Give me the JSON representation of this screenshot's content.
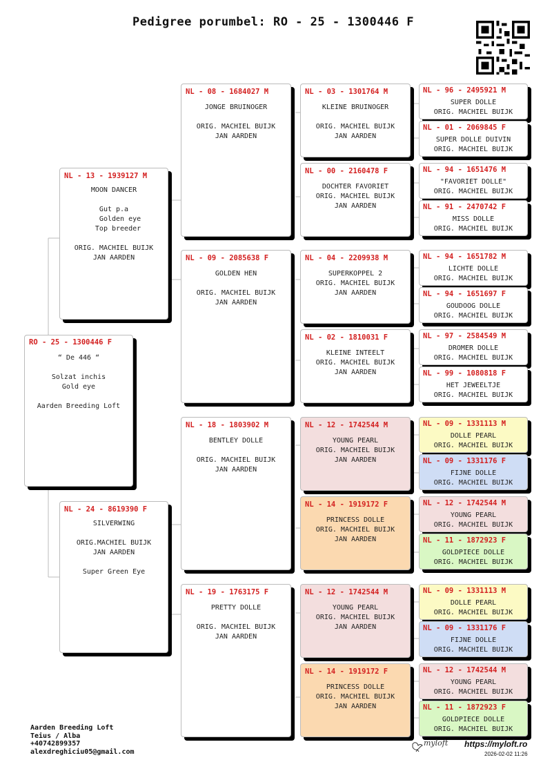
{
  "title": "Pedigree porumbel: RO - 25 - 1300446 F",
  "colors": {
    "ring": "#d32020",
    "pink": "#f3dede",
    "orange": "#fbd9b0",
    "yellow": "#fcfac4",
    "blue": "#cfddf5",
    "green": "#d9f7c4"
  },
  "pigeons": [
    {
      "ring": "RO - 25 - 1300446 F",
      "lines": "“ De 446 “\n\nSolzat inchis\nGold eye\n\nAarden Breeding Loft"
    },
    {
      "ring": "NL - 13 - 1939127 M",
      "lines": "MOON DANCER\n\nGut p.a\n   Golden eye\n  Top breeder\n\nORIG. MACHIEL BUIJK\nJAN AARDEN"
    },
    {
      "ring": "NL - 24 - 8619390 F",
      "lines": "SILVERWING\n\nORIG.MACHIEL BUIJK\nJAN AARDEN\n\nSuper Green Eye"
    },
    {
      "ring": "NL - 08 - 1684027 M",
      "lines": "JONGE BRUINOGER\n\nORIG. MACHIEL BUIJK\nJAN AARDEN"
    },
    {
      "ring": "NL - 09 - 2085638 F",
      "lines": "GOLDEN HEN\n\nORIG. MACHIEL BUIJK\nJAN AARDEN"
    },
    {
      "ring": "NL - 18 - 1803902 M",
      "lines": "BENTLEY DOLLE\n\nORIG. MACHIEL BUIJK\nJAN AARDEN"
    },
    {
      "ring": "NL - 19 - 1763175 F",
      "lines": "PRETTY DOLLE\n\nORIG. MACHIEL BUIJK\nJAN AARDEN"
    },
    {
      "ring": "NL - 03 - 1301764 M",
      "lines": "KLEINE BRUINOGER\n\nORIG. MACHIEL BUIJK\nJAN AARDEN"
    },
    {
      "ring": "NL - 00 - 2160478 F",
      "lines": "DOCHTER FAVORIET\nORIG. MACHIEL BUIJK\nJAN AARDEN"
    },
    {
      "ring": "NL - 04 - 2209938 M",
      "lines": "SUPERKOPPEL 2\nORIG. MACHIEL BUIJK\nJAN AARDEN"
    },
    {
      "ring": "NL - 02 - 1810031 F",
      "lines": "KLEINE INTEELT\nORIG. MACHIEL BUIJK\nJAN AARDEN"
    },
    {
      "ring": "NL - 12 - 1742544 M",
      "lines": "YOUNG PEARL\nORIG. MACHIEL BUIJK\nJAN AARDEN"
    },
    {
      "ring": "NL - 14 - 1919172 F",
      "lines": "PRINCESS DOLLE\nORIG. MACHIEL BUIJK\nJAN AARDEN"
    },
    {
      "ring": "NL - 12 - 1742544 M",
      "lines": "YOUNG PEARL\nORIG. MACHIEL BUIJK\nJAN AARDEN"
    },
    {
      "ring": "NL - 14 - 1919172 F",
      "lines": "PRINCESS DOLLE\nORIG. MACHIEL BUIJK\nJAN AARDEN"
    },
    {
      "ring": "NL - 96 - 2495921 M",
      "lines": "SUPER DOLLE\nORIG. MACHIEL BUIJK"
    },
    {
      "ring": "NL - 01 - 2069845 F",
      "lines": "SUPER DOLLE DUIVIN\nORIG. MACHIEL BUIJK"
    },
    {
      "ring": "NL - 94 - 1651476 M",
      "lines": "\"FAVORIET DOLLE\"\nORIG. MACHIEL BUIJK"
    },
    {
      "ring": "NL - 91 - 2470742 F",
      "lines": "MISS DOLLE\nORIG. MACHIEL BUIJK"
    },
    {
      "ring": "NL - 94 - 1651782 M",
      "lines": "LICHTE DOLLE\nORIG. MACHIEL BUIJK"
    },
    {
      "ring": "NL - 94 - 1651697 F",
      "lines": "GOUDOOG DOLLE\nORIG. MACHIEL BUIJK"
    },
    {
      "ring": "NL - 97 - 2584549 M",
      "lines": "DROMER DOLLE\nORIG. MACHIEL BUIJK"
    },
    {
      "ring": "NL - 99 - 1080818 F",
      "lines": "HET JEWEELTJE\nORIG. MACHIEL BUIJK"
    },
    {
      "ring": "NL - 09 - 1331113 M",
      "lines": "DOLLE PEARL\nORIG. MACHIEL BUIJK"
    },
    {
      "ring": "NL - 09 - 1331176 F",
      "lines": "FIJNE DOLLE\nORIG. MACHIEL BUIJK"
    },
    {
      "ring": "NL - 12 - 1742544 M",
      "lines": "YOUNG PEARL\nORIG. MACHIEL BUIJK"
    },
    {
      "ring": "NL - 11 - 1872923 F",
      "lines": "GOLDPIECE DOLLE\nORIG. MACHIEL BUIJK"
    },
    {
      "ring": "NL - 09 - 1331113 M",
      "lines": "DOLLE PEARL\nORIG. MACHIEL BUIJK"
    },
    {
      "ring": "NL - 09 - 1331176 F",
      "lines": "FIJNE DOLLE\nORIG. MACHIEL BUIJK"
    },
    {
      "ring": "NL - 12 - 1742544 M",
      "lines": "YOUNG PEARL\nORIG. MACHIEL BUIJK"
    },
    {
      "ring": "NL - 11 - 1872923 F",
      "lines": "GOLDPIECE DOLLE\nORIG. MACHIEL BUIJK"
    }
  ],
  "footer": {
    "loft": "Aarden Breeding Loft",
    "location": "Teius / Alba",
    "phone": "+40742899357",
    "email": "alexdreghiciu05@gmail.com",
    "brand": "myloft",
    "url": "https://myloft.ro",
    "timestamp": "2026-02-02 11:26"
  },
  "icons": {
    "qr": "qr-code-icon",
    "logo": "pigeon-logo-icon"
  }
}
